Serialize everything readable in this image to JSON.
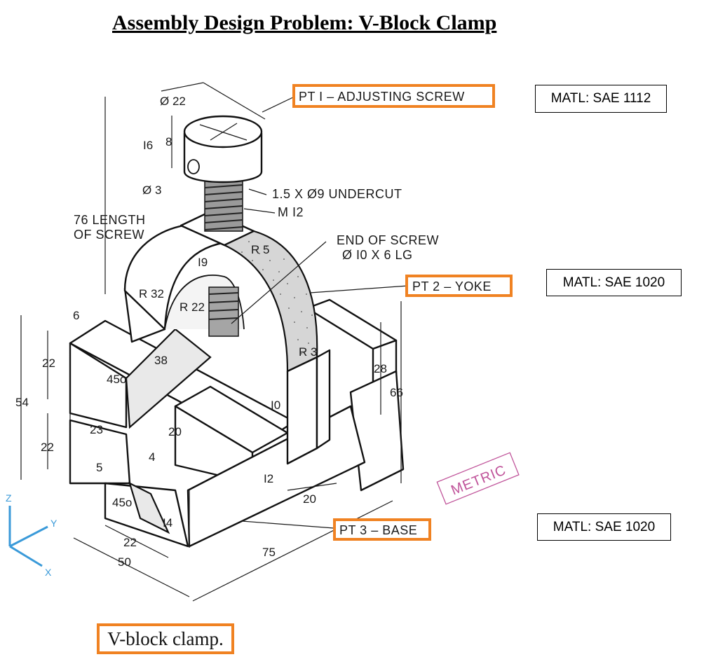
{
  "title": "Assembly Design Problem: V-Block Clamp",
  "caption": "V-block clamp.",
  "parts": {
    "pt1": "PT I – ADJUSTING SCREW",
    "pt2": "PT 2 – YOKE",
    "pt3": "PT 3 – BASE"
  },
  "materials": {
    "pt1": "MATL: SAE 1112",
    "pt2": "MATL: SAE 1020",
    "pt3": "MATL: SAE 1020"
  },
  "stamp": "METRIC",
  "notes": {
    "undercut": "1.5 X Ø9 UNDERCUT",
    "thread": "M I2",
    "screw_end_1": "END OF SCREW",
    "screw_end_2": "Ø I0 X 6 LG",
    "length_1": "76 LENGTH",
    "length_2": "OF SCREW"
  },
  "dimensions": {
    "d22": "Ø 22",
    "d16": "I6",
    "d8": "8",
    "d3": "Ø 3",
    "d19": "I9",
    "r5": "R 5",
    "r32": "R 32",
    "r22": "R 22",
    "r3": "R 3",
    "d6": "6",
    "d38": "38",
    "d45a": "45o",
    "d22a": "22",
    "d54": "54",
    "d22b": "22",
    "d23": "23",
    "d5": "5",
    "d4": "4",
    "d20a": "20",
    "d10": "I0",
    "d28": "28",
    "d66": "66",
    "d12": "I2",
    "d20b": "20",
    "d45b": "45o",
    "d14": "I4",
    "d22c": "22",
    "d50": "50",
    "d75": "75"
  },
  "axes": {
    "z": "Z",
    "y": "Y",
    "x": "X"
  },
  "colors": {
    "callout_border": "#f08222",
    "stamp": "#c0549a",
    "axis": "#3a9ad9"
  }
}
